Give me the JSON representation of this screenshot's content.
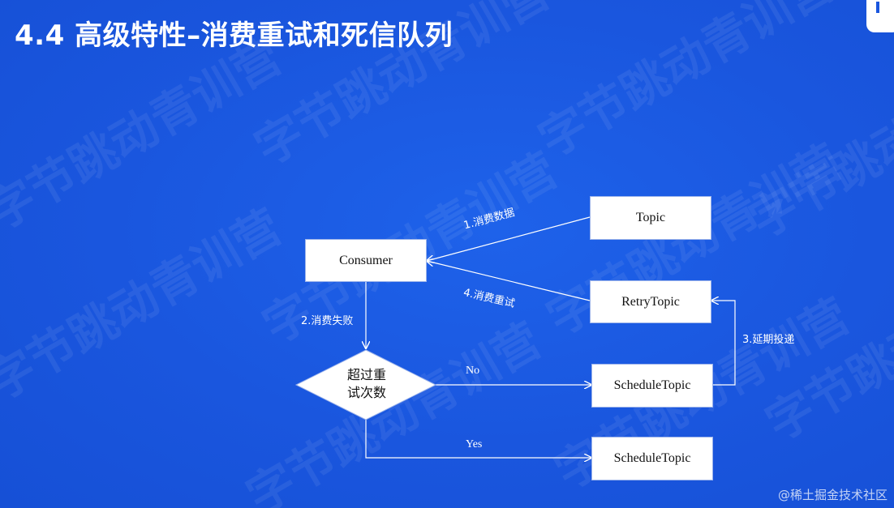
{
  "title": "4.4 高级特性–消费重试和死信队列",
  "watermark": "字节跳动青训营",
  "nodes": {
    "consumer": "Consumer",
    "topic": "Topic",
    "retry_topic": "RetryTopic",
    "schedule_topic_no": "ScheduleTopic",
    "schedule_topic_yes": "ScheduleTopic",
    "decision_line1": "超过重",
    "decision_line2": "试次数"
  },
  "edges": {
    "consume_data": "1.消费数据",
    "consume_fail": "2.消费失败",
    "delayed_delivery": "3.延期投递",
    "consume_retry": "4.消费重试",
    "no": "No",
    "yes": "Yes"
  },
  "footer": "@稀土掘金技术社区",
  "colors": {
    "background": "#1a56de",
    "node_fill": "#ffffff",
    "line": "#ffffff"
  }
}
